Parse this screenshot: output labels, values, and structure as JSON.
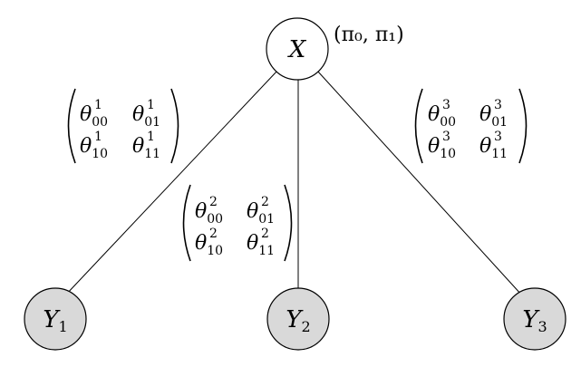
{
  "colors": {
    "root_fill": "#ffffff",
    "leaf_fill": "#d9d9d9",
    "stroke": "#000000"
  },
  "root": {
    "label": "X",
    "params": "(π₀, π₁)"
  },
  "leaves": [
    {
      "label": "Y",
      "index": "1",
      "matrix": [
        [
          "θ",
          "00",
          "1"
        ],
        [
          "θ",
          "01",
          "1"
        ],
        [
          "θ",
          "10",
          "1"
        ],
        [
          "θ",
          "11",
          "1"
        ]
      ]
    },
    {
      "label": "Y",
      "index": "2",
      "matrix": [
        [
          "θ",
          "00",
          "2"
        ],
        [
          "θ",
          "01",
          "2"
        ],
        [
          "θ",
          "10",
          "2"
        ],
        [
          "θ",
          "11",
          "2"
        ]
      ]
    },
    {
      "label": "Y",
      "index": "3",
      "matrix": [
        [
          "θ",
          "00",
          "3"
        ],
        [
          "θ",
          "01",
          "3"
        ],
        [
          "θ",
          "10",
          "3"
        ],
        [
          "θ",
          "11",
          "3"
        ]
      ]
    }
  ]
}
